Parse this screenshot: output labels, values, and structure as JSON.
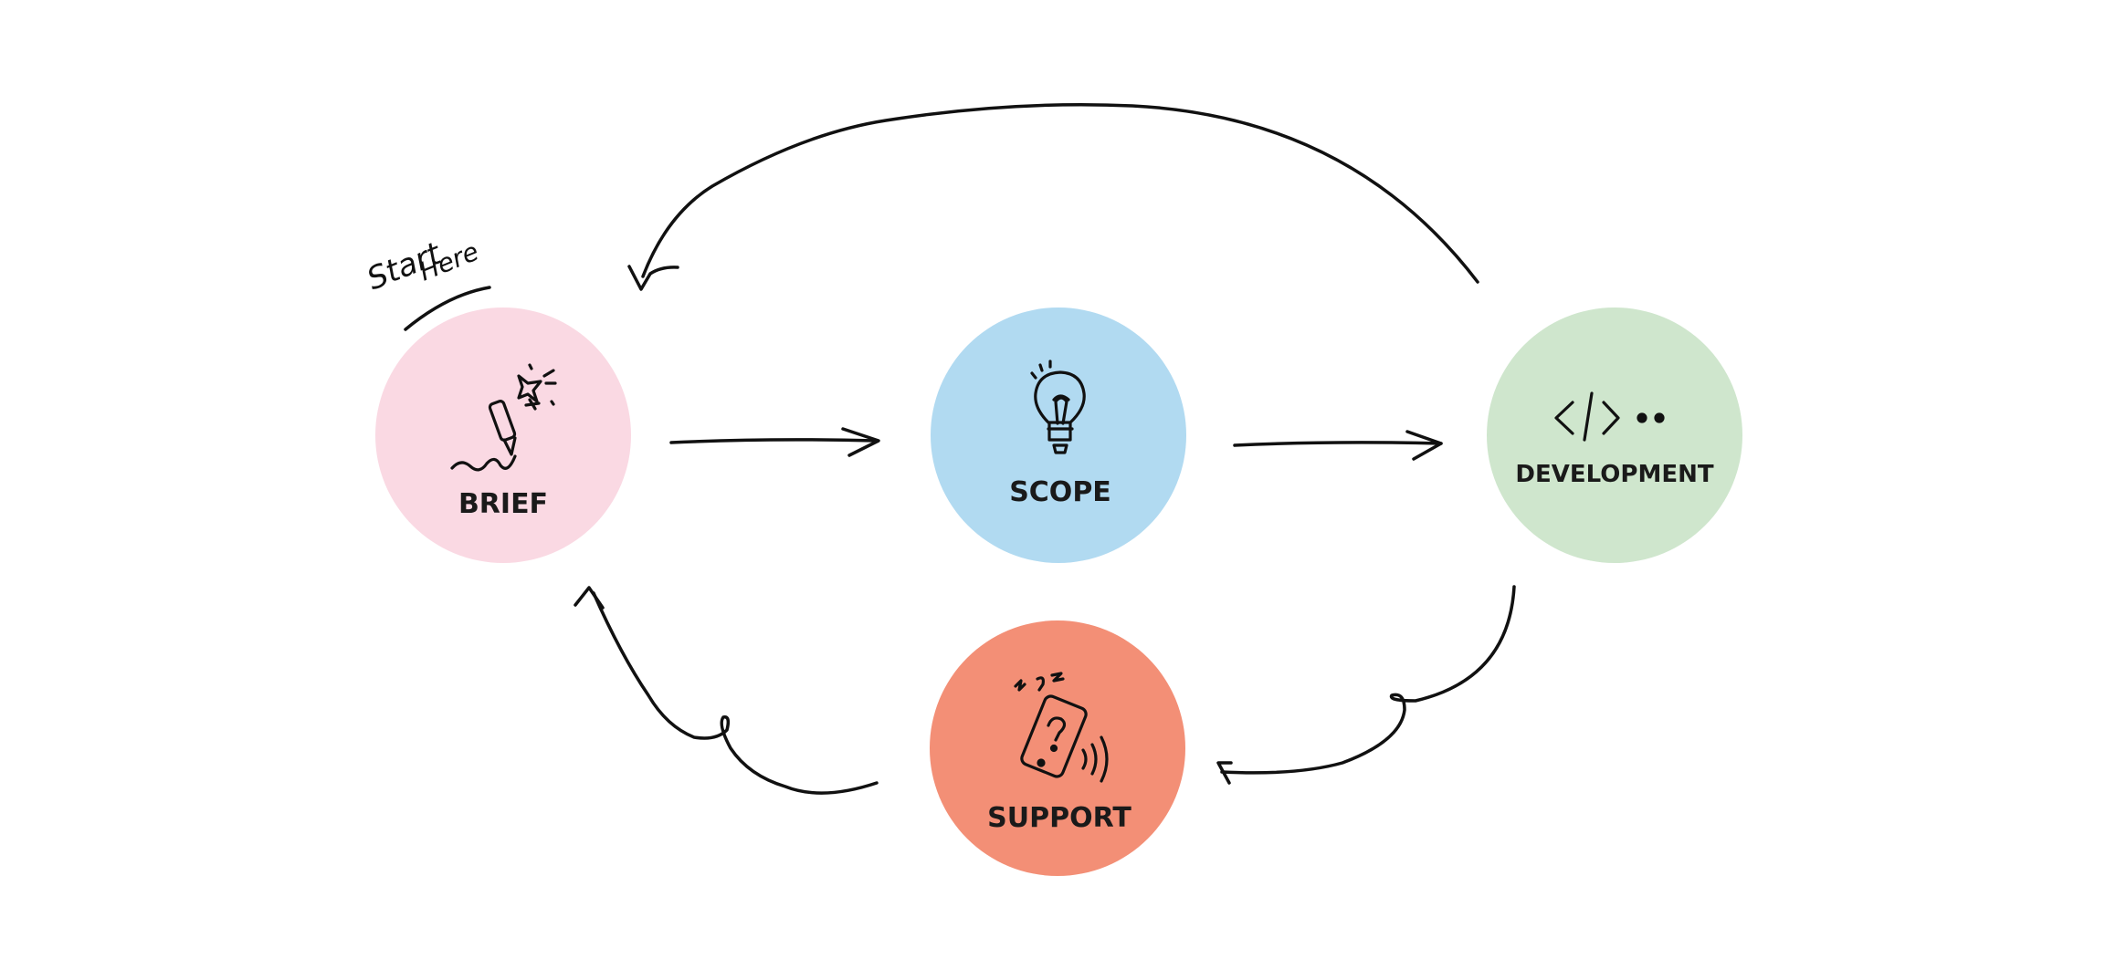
{
  "annotation": {
    "line1": "Start",
    "line2": "Here"
  },
  "nodes": {
    "brief": {
      "label": "BRIEF",
      "color": "#FAD9E3",
      "icon": "pen-sparkle-icon"
    },
    "scope": {
      "label": "SCOPE",
      "color": "#B1DAF1",
      "icon": "lightbulb-icon"
    },
    "development": {
      "label": "DEVELOPMENT",
      "color": "#CFE6CD",
      "icon": "code-icon"
    },
    "support": {
      "label": "SUPPORT",
      "color": "#F38F76",
      "icon": "phone-question-icon"
    }
  },
  "connections": [
    {
      "from": "BRIEF",
      "to": "SCOPE"
    },
    {
      "from": "SCOPE",
      "to": "DEVELOPMENT"
    },
    {
      "from": "DEVELOPMENT",
      "to": "BRIEF"
    },
    {
      "from": "DEVELOPMENT",
      "to": "SUPPORT"
    },
    {
      "from": "SUPPORT",
      "to": "BRIEF"
    }
  ]
}
